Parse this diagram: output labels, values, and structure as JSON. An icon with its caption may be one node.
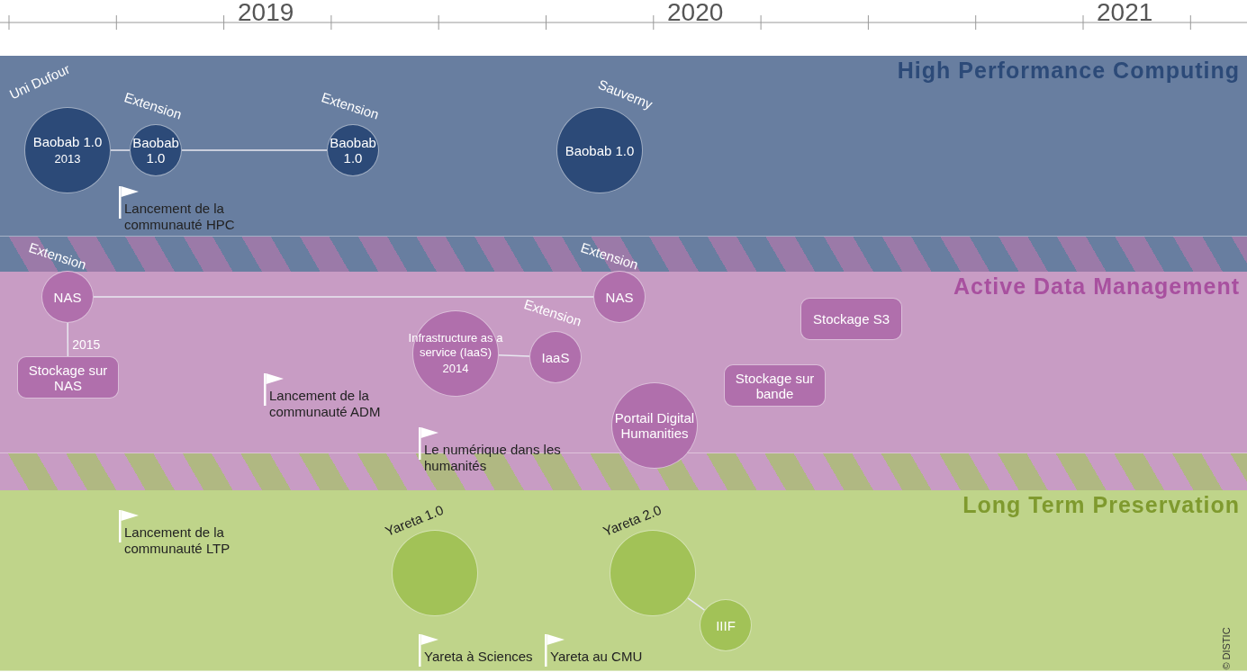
{
  "diagram": {
    "nodes": [
      {
        "text": [
          "High Performance Computing"
        ]
      },
      {
        "text": [
          "Baobab 1.0",
          "2013"
        ],
        "in": 0,
        "beside": [
          "Uni Dufour"
        ]
      },
      {
        "text": [
          "Baobab 1.0"
        ],
        "in": 0,
        "beside": [
          "Extension"
        ]
      },
      {
        "text": [
          "Baobab 1.0"
        ],
        "in": 0,
        "beside": [
          "Extension"
        ]
      },
      {
        "text": [
          "Lancement de la communauté HPC"
        ],
        "in": 0
      },
      {
        "text": [
          "Baobab 1.0"
        ],
        "in": 0,
        "beside": [
          "Sauverny"
        ]
      },
      {
        "text": [
          "Active Data Management"
        ]
      },
      {
        "text": [
          "NAS"
        ],
        "in": 6,
        "beside": [
          "Extension"
        ]
      },
      {
        "text": [
          "Stockage sur NAS"
        ],
        "in": 6
      },
      {
        "text": [
          "Lancement de la communauté ADM"
        ],
        "in": 6
      },
      {
        "text": [
          "Infrastructure as a service (IaaS)",
          "2014"
        ],
        "in": 6
      },
      {
        "text": [
          "IaaS"
        ],
        "in": 6,
        "beside": [
          "Extension"
        ]
      },
      {
        "text": [
          "Le numérique dans les humanités"
        ],
        "in": 6
      },
      {
        "text": [
          "NAS"
        ],
        "in": 6,
        "beside": [
          "Extension"
        ]
      },
      {
        "text": [
          "Portail Digital Humanities"
        ],
        "in": 6
      },
      {
        "text": [
          "Stockage sur bande"
        ],
        "in": 6
      },
      {
        "text": [
          "Stockage S3"
        ],
        "in": 6
      },
      {
        "text": [
          "Long Term Preservation"
        ]
      },
      {
        "text": [
          "Lancement de la communauté LTP"
        ],
        "in": 17
      },
      {
        "text": [],
        "shape": "circle",
        "in": 17,
        "beside": [
          "Yareta 1.0"
        ]
      },
      {
        "text": [
          "Yareta à Sciences"
        ],
        "in": 17
      },
      {
        "text": [
          "Yareta au CMU"
        ],
        "in": 17
      },
      {
        "text": [],
        "shape": "circle",
        "in": 17,
        "beside": [
          "Yareta 2.0"
        ]
      },
      {
        "text": [
          "IIIF"
        ],
        "in": 17
      }
    ],
    "edges": [
      {
        "from": 1,
        "to": 2,
        "arrow": "none"
      },
      {
        "from": 2,
        "to": 3,
        "arrow": "none"
      },
      {
        "from": 7,
        "to": 13,
        "arrow": "none"
      },
      {
        "from": 7,
        "to": 8,
        "arrow": "none",
        "label": "2015"
      },
      {
        "from": 10,
        "to": 11,
        "arrow": "none"
      },
      {
        "from": 22,
        "to": 23,
        "arrow": "none"
      }
    ],
    "labels": [
      "2019",
      "2020",
      "2021",
      "© DISTIC"
    ]
  }
}
